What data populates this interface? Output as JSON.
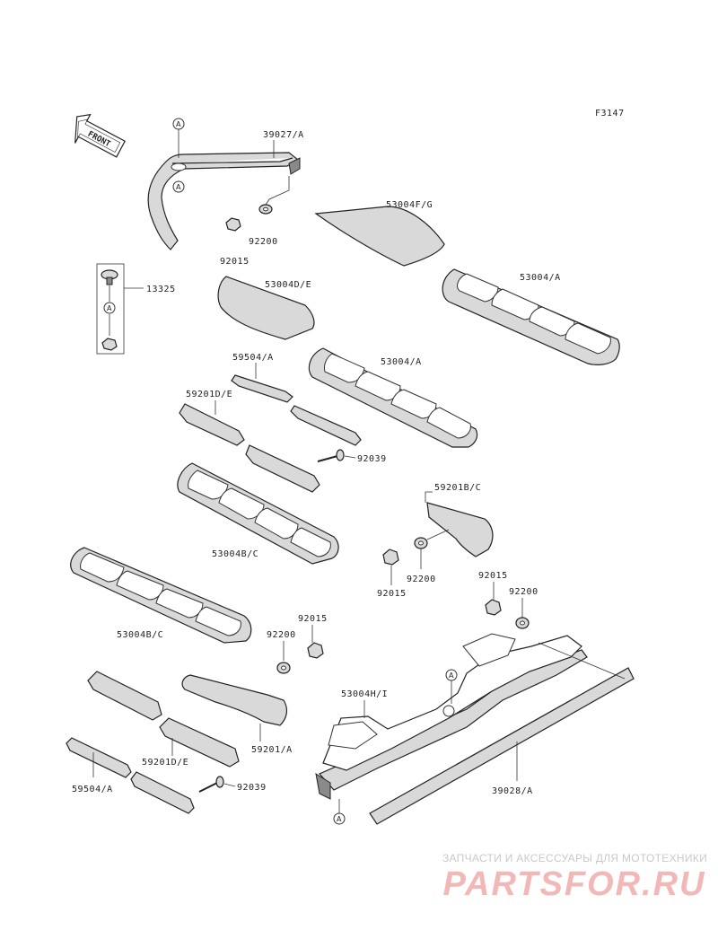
{
  "figure_code": "F3147",
  "front_arrow": "FRONT",
  "labels": {
    "p39027": "39027/A",
    "p53004fg": "53004F/G",
    "p92200a": "92200",
    "p92015a": "92015",
    "p13325": "13325",
    "p53004de": "53004D/E",
    "p53004a1": "53004/A",
    "p59504a1": "59504/A",
    "p53004a2": "53004/A",
    "p59201de1": "59201D/E",
    "p92039a": "92039",
    "p59201bc": "59201B/C",
    "p53004bc1": "53004B/C",
    "p92200b": "92200",
    "p92015b": "92015",
    "p92015c": "92015",
    "p92200c": "92200",
    "p53004bc2": "53004B/C",
    "p92015d": "92015",
    "p92200d": "92200",
    "p53004hi": "53004H/I",
    "p59201a": "59201/A",
    "p59201de2": "59201D/E",
    "p59504a2": "59504/A",
    "p92039b": "92039",
    "p39028": "39028/A"
  },
  "ref_marker": "A",
  "watermark": {
    "line1": "ЗАПЧАСТИ И АКСЕССУАРЫ ДЛЯ МОТОТЕХНИКИ",
    "line2": "PARTSFOR.RU"
  }
}
